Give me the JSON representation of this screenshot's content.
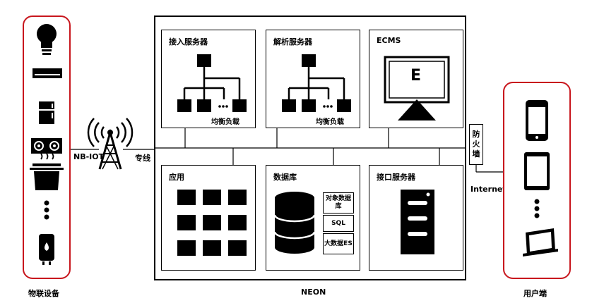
{
  "iot_group": {
    "label": "物联设备",
    "devices": [
      "light-bulb-icon",
      "air-conditioner-icon",
      "refrigerator-icon",
      "gas-stove-icon",
      "cooking-pot-icon",
      "more-dots-icon",
      "water-heater-icon"
    ]
  },
  "nbiot_label": "NB-IOT",
  "dedicated_line_label": "专线",
  "neon": {
    "label": "NEON",
    "access_server": {
      "title": "接入服务器",
      "caption": "均衡负载"
    },
    "parse_server": {
      "title": "解析服务器",
      "caption": "均衡负载"
    },
    "ecms": {
      "title": "ECMS",
      "screen_letter": "E"
    },
    "application": {
      "title": "应用"
    },
    "database": {
      "title": "数据库",
      "items": [
        "对象数据库",
        "SQL",
        "大数据ES"
      ]
    },
    "interface_server": {
      "title": "接口服务器"
    }
  },
  "firewall": {
    "chars": [
      "防",
      "火",
      "墙"
    ]
  },
  "internet_label": "Internet",
  "user_group": {
    "label": "用户端",
    "devices": [
      "smartphone-icon",
      "tablet-icon",
      "more-dots-icon",
      "monitor-icon"
    ]
  },
  "colors": {
    "group_border": "#c8161d",
    "line": "#000000"
  }
}
